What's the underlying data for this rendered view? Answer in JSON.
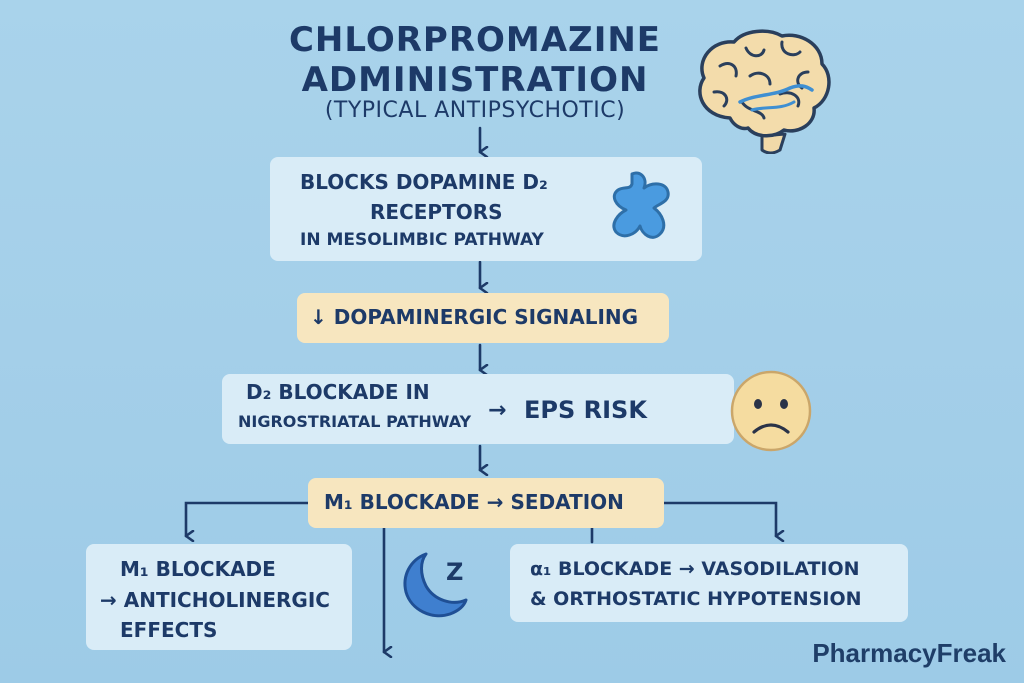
{
  "title": {
    "line1": "CHLORPROMAZINE",
    "line2": "ADMINISTRATION",
    "line3": "(TYPICAL ANTIPSYCHOTIC)"
  },
  "steps": {
    "d2_block": {
      "line1": "BLOCKS DOPAMINE D₂",
      "line2": "RECEPTORS",
      "line3": "IN MESOLIMBIC PATHWAY"
    },
    "signaling": "↓ DOPAMINERGIC SIGNALING",
    "nigro": {
      "line1": "D₂ BLOCKADE IN",
      "line2": "NIGROSTRIATAL PATHWAY",
      "arrow": "→",
      "result": "EPS RISK"
    },
    "m1_sedation": "M₁ BLOCKADE → SEDATION",
    "m1_anticholinergic": {
      "line1": "M₁ BLOCKADE",
      "line2": "→ ANTICHOLINERGIC",
      "line3": "EFFECTS"
    },
    "alpha1": {
      "line1": "α₁ BLOCKADE → VASODILATION",
      "line2": "& ORTHOSTATIC HYPOTENSION"
    }
  },
  "icons": {
    "brain": "brain-icon",
    "receptor": "receptor-icon",
    "sad_face": "sad-face-icon",
    "moon": "moon-icon",
    "sleep_letter": "Z"
  },
  "watermark": "PharmacyFreak",
  "colors": {
    "background": "#a4cfe9",
    "box_light": "#d9ecf7",
    "box_yellow": "#f7e6bf",
    "text_navy": "#1d3a68",
    "receptor_blue": "#3f8fd2",
    "face_yellow": "#f5dca0"
  }
}
